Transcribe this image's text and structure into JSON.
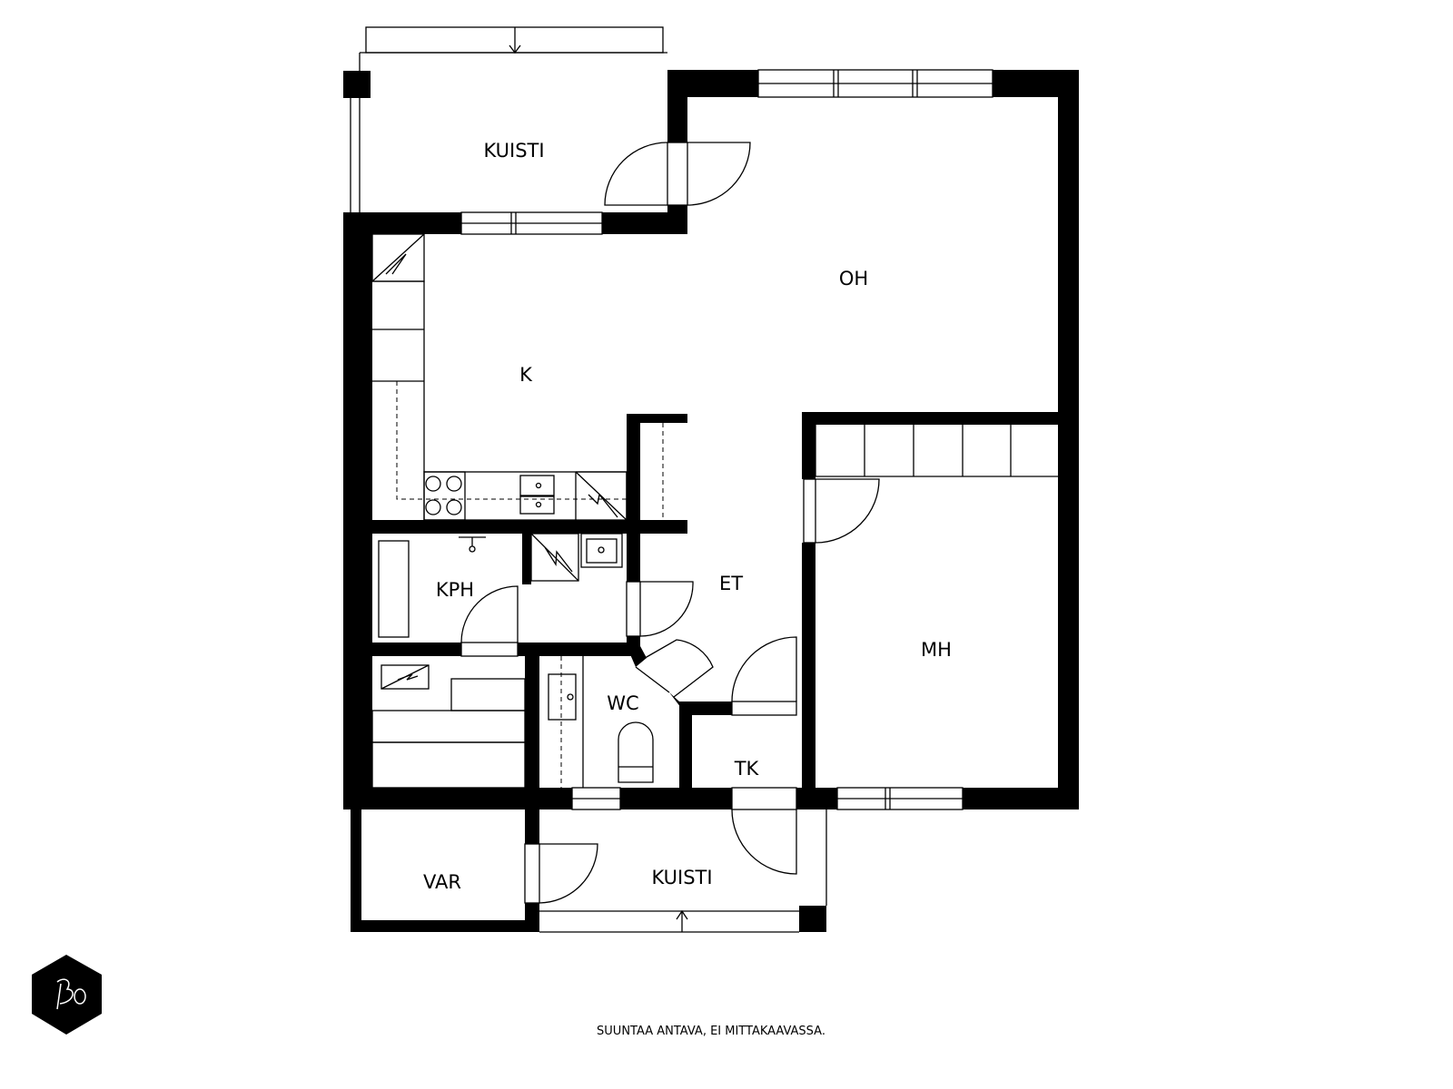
{
  "rooms": {
    "kuisti_top": "KUISTI",
    "oh": "OH",
    "k": "K",
    "kph": "KPH",
    "et": "ET",
    "mh": "MH",
    "wc": "WC",
    "tk": "TK",
    "var": "VAR",
    "kuisti_bottom": "KUISTI"
  },
  "footer": {
    "note": "SUUNTAA ANTAVA, EI MITTAKAAVASSA."
  },
  "logo": {
    "text": "Bo"
  },
  "colors": {
    "wall": "#000000",
    "background": "#ffffff"
  }
}
